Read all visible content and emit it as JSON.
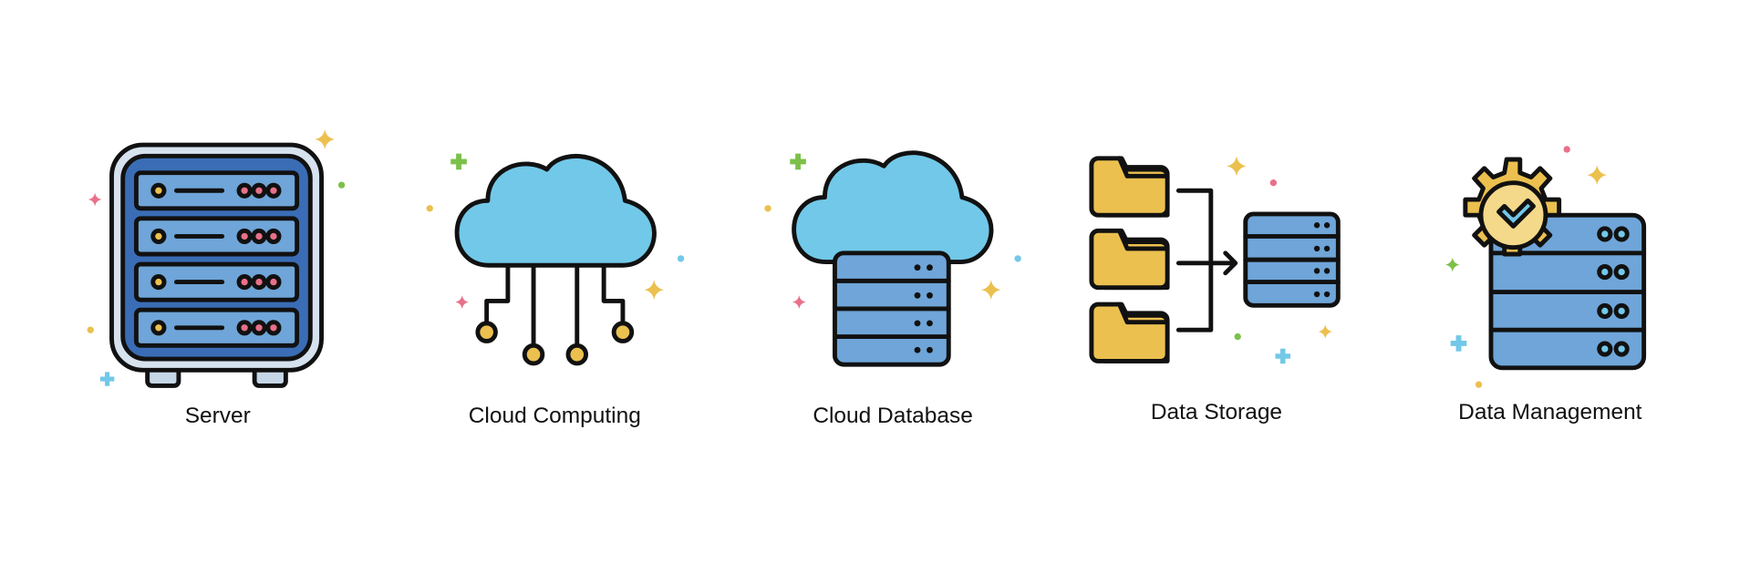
{
  "icons": [
    {
      "id": "server",
      "label": "Server"
    },
    {
      "id": "cloud-computing",
      "label": "Cloud Computing"
    },
    {
      "id": "cloud-database",
      "label": "Cloud Database"
    },
    {
      "id": "data-storage",
      "label": "Data Storage"
    },
    {
      "id": "data-management",
      "label": "Data Management"
    }
  ],
  "colors": {
    "outline": "#111111",
    "server_dark": "#3a6db5",
    "server_light": "#6fa5d8",
    "cloud": "#72c8e8",
    "yellow": "#ebc04f",
    "pink": "#e8708a",
    "green": "#7cc04a",
    "cyan": "#72c8e8",
    "frame": "#d6e2ee"
  }
}
